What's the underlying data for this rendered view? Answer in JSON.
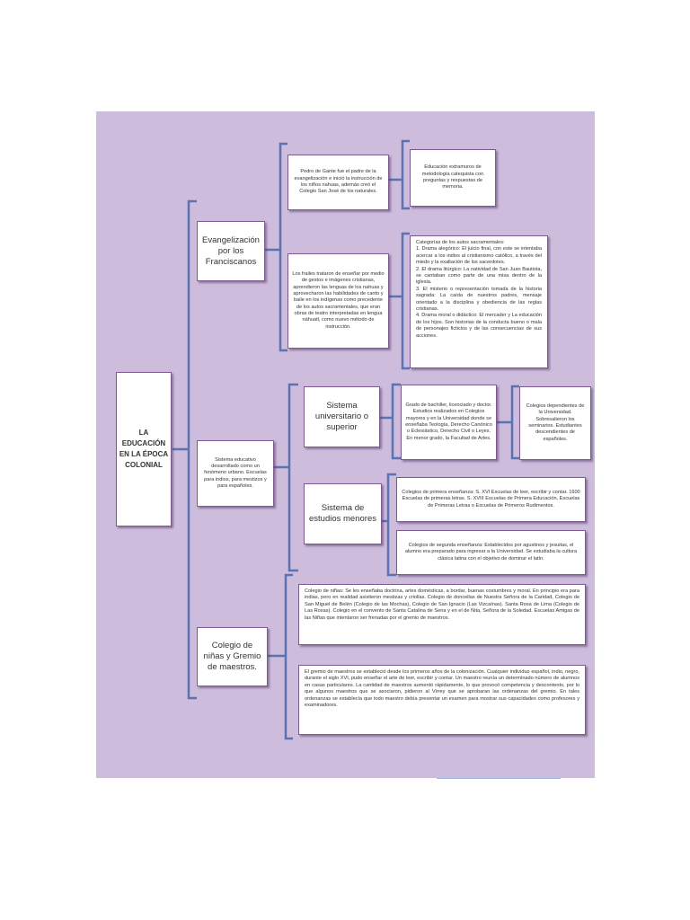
{
  "diagram": {
    "title": "LA EDUCACIÓN EN LA ÉPOCA COLONIAL",
    "branches": {
      "evangelizacion": "Evangelización por los Franciscanos",
      "sistema_educativo": "Sistema educativo desarrollado como un fenómeno urbano. Escuelas para indios, para mestizos y para españoles.",
      "colegio_ninas": "Colegio de niñas y Gremio de maestros."
    },
    "evangelizacion_details": {
      "pedro_de_gante": "Pedro de Gante fue el padre de la evangelización e inició la instrucción de los niños nahuas, además creó el Colegio San José de los naturales.",
      "educacion_extramuros": "Educación extramuros de metodología catequista con preguntas y respuestas de memoria.",
      "frailes": "Los frailes trataron de enseñar por medio de gestos e imágenes cristianas, aprendieron las lenguas de los nahuas y aprovecharon las habilidades de canto y baile en los indígenas como precedente de los autos sacramentales, que eran obras de teatro interpretadas en lengua náhuatl, como nuevo método de instrucción.",
      "autos_sacramentales": "Categorías de los autos sacramentales:\n1. Drama alegórico: El juicio final, con este se intentaba acercar a los indios al cristianismo católico, a través del miedo y la exaltación de los sacerdotes.\n2. El drama litúrgico: La natividad de San Juan Bautista, se cantaban como parte de una misa dentro de la iglesia.\n3. El misterio o representación tomada de la historia sagrada: La caída de nuestros padres, mensaje orientado a la disciplina y obediencia de las reglas cristianas.\n4. Drama moral o didáctico: El mercader y La educación de los hijos. Son historias de la conducta bueno o mala de personajes ficticios y de las consecuencias de sus acciones."
    },
    "sistema_details": {
      "universitario": "Sistema universitario o superior",
      "grados": "Grado de bachiller, licenciado y doctor. Estudios realizados en Colegios mayores y en la Universidad donde se enseñaba Teología, Derecho Canónico o Eclesiástico, Derecho Civil o Leyes. En menor grado, la Facultad de Artes.",
      "colegios_dependientes": "Colegios dependientes de la Universidad. Sobresalieron los seminarios. Estudiantes descendientes de españoles.",
      "estudios_menores": "Sistema de estudios menores",
      "primera_ensenanza": "Colegios de primera enseñanza: S. XVI Escuelas de leer, escribir y contar. 1600 Escuelas de primeras letras. S. XVIII Escuelas de Primera Educación, Escuelas de Primeras Letras o Escuelas de Primeros Rudimentos.",
      "segunda_ensenanza": "Colegios de segunda enseñanza: Establecidos por agustinos y jesuitas, el alumno era preparado para ingresar a la Universidad. Se estudiaba la cultura clásica latina con el objetivo de dominar el latín."
    },
    "colegio_details": {
      "colegio_ninas_text": "Colegio de niñas: Se les enseñaba doctrina, artes domésticas, a bordar, buenas costumbres y moral. En principio era para indias, pero en realidad asistieron mestizas y criollas. Colegio de doncellas de Nuestra Señora de la Caridad, Colegio de San Miguel de Belén (Colegio de las Mochas), Colegio de San Ignacio (Las Vizcaínas). Santa Rosa de Lima (Colegio de Las Rosas). Colegio en el convento de Santa Catalina de Sena y en el de Nita, Señora de la Soledad. Escuelas Amigas de las Niñas que intentaron ser frenadas por el gremio de maestros.",
      "gremio_text": "El gremio de maestros se estableció desde los primeros años de la colonización. Cualquier individuo español, indio, negro, durante el siglo XVI, pudo enseñar el arte de leer, escribir y contar. Un maestro reunía un determinado número de alumnos en casas particulares. La cantidad de maestros aumentó rápidamente, lo que provocó competencia y descontento, por lo que algunos maestros que se asociaron, pidieron al Virrey que se aprobaran las ordenanzas del gremio. En tales ordenanzas se establecía que todo maestro debía presentar un examen para mostrar sus capacidades como profesores y examinadores."
    }
  },
  "colors": {
    "panel": "#cdbcdc",
    "box_border": "#7d5b8f",
    "bracket": "#5a73b3"
  }
}
